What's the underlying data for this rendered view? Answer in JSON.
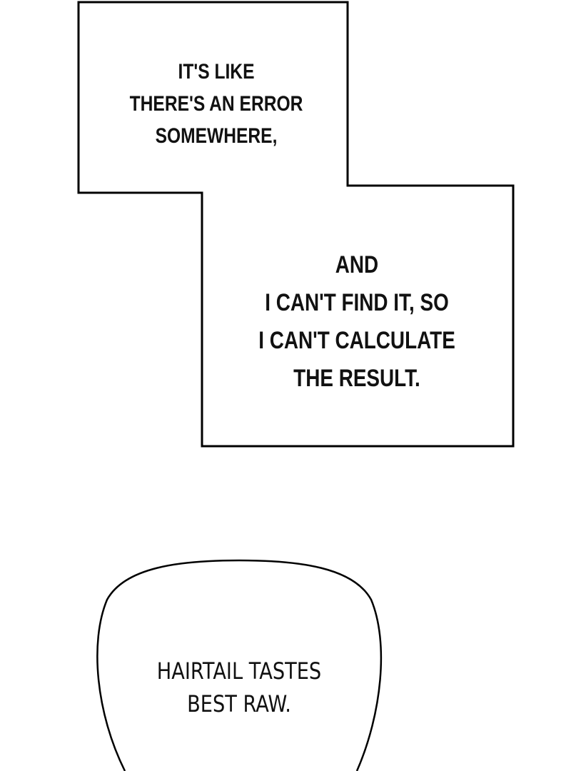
{
  "panel_box": {
    "lines": [
      "IT'S LIKE",
      "THERE'S AN ERROR",
      "SOMEWHERE,"
    ],
    "lines2": [
      "AND",
      "I CAN'T FIND IT, SO",
      "I CAN'T CALCULATE",
      "THE RESULT."
    ]
  },
  "speech_bubble": {
    "lines": [
      "HAIRTAIL TASTES",
      "BEST RAW."
    ]
  }
}
